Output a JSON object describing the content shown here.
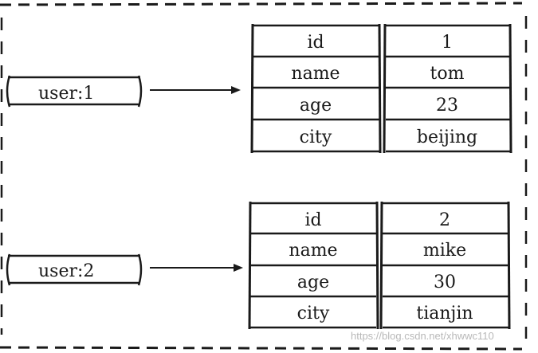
{
  "records": [
    {
      "key": "user:1",
      "fields": [
        {
          "field": "id",
          "value": "1"
        },
        {
          "field": "name",
          "value": "tom"
        },
        {
          "field": "age",
          "value": "23"
        },
        {
          "field": "city",
          "value": "beijing"
        }
      ]
    },
    {
      "key": "user:2",
      "fields": [
        {
          "field": "id",
          "value": "2"
        },
        {
          "field": "name",
          "value": "mike"
        },
        {
          "field": "age",
          "value": "30"
        },
        {
          "field": "city",
          "value": "tianjin"
        }
      ]
    }
  ],
  "watermark": "https://blog.csdn.net/xhwwc110",
  "colors": {
    "ink": "#1a1a1a",
    "watermark": "#b8b8b8",
    "background": "#ffffff"
  }
}
